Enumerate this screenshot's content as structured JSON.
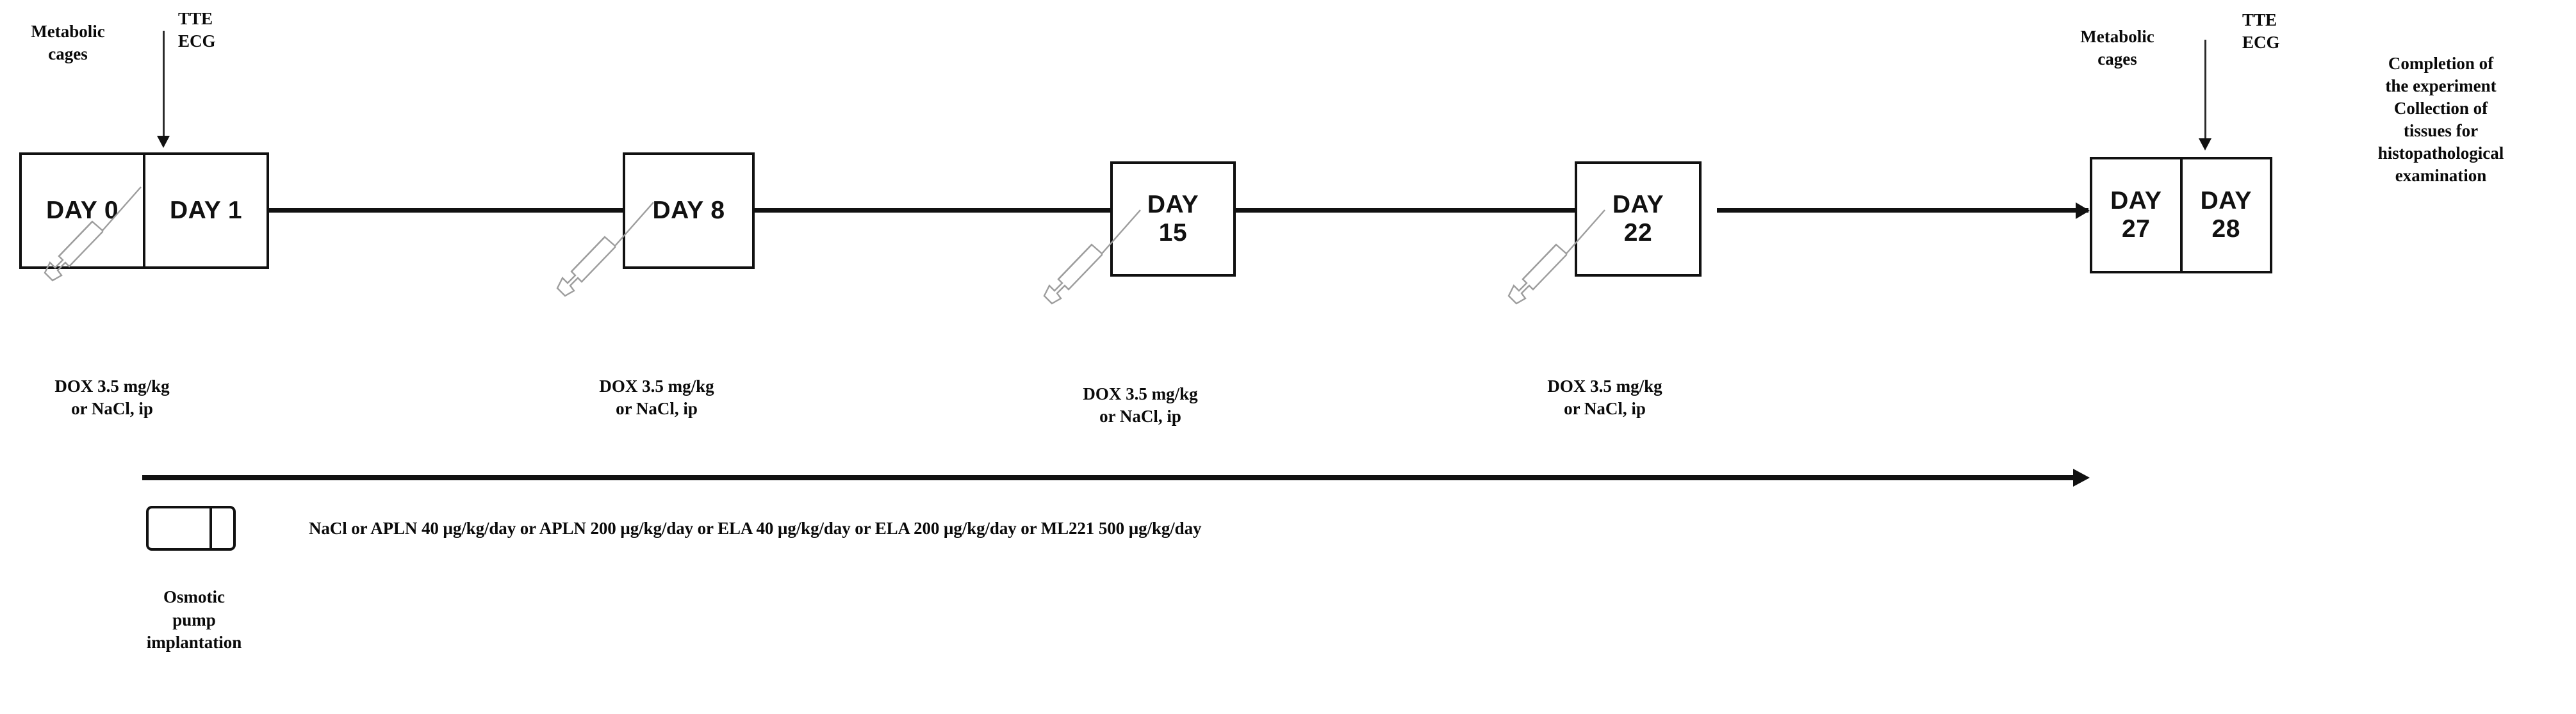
{
  "diagram": {
    "title_semantic": "experimental-timeline",
    "accent_color": "#111111",
    "background_color": "#ffffff"
  },
  "top_annotations": [
    {
      "id": "metabolic-cages-left",
      "text": "Metabolic\ncages"
    },
    {
      "id": "tte-ecg-left",
      "text": "TTE\nECG"
    },
    {
      "id": "metabolic-cages-right",
      "text": "Metabolic\ncages"
    },
    {
      "id": "tte-ecg-right",
      "text": "TTE\nECG"
    }
  ],
  "timeline": {
    "nodes": [
      {
        "id": "day0-day1",
        "cells": [
          "DAY 0",
          "DAY 1"
        ],
        "split": true
      },
      {
        "id": "day8",
        "cells": [
          "DAY 8"
        ],
        "split": false
      },
      {
        "id": "day15",
        "cells": [
          "DAY\n15"
        ],
        "split": false
      },
      {
        "id": "day22",
        "cells": [
          "DAY\n22"
        ],
        "split": false
      },
      {
        "id": "day27-day28",
        "cells": [
          "DAY\n27",
          "DAY\n28"
        ],
        "split": true
      }
    ]
  },
  "injections": [
    {
      "id": "dox-day1",
      "text": "DOX 3.5 mg/kg\nor NaCl, ip"
    },
    {
      "id": "dox-day8",
      "text": "DOX 3.5 mg/kg\nor NaCl, ip"
    },
    {
      "id": "dox-day15",
      "text": "DOX 3.5 mg/kg\nor NaCl, ip"
    },
    {
      "id": "dox-day22",
      "text": "DOX 3.5 mg/kg\nor NaCl, ip"
    }
  ],
  "completion": {
    "text": "Completion of\nthe experiment\nCollection of\ntissues for\nhistopathological\nexamination"
  },
  "infusion": {
    "pump_label": "Osmotic\npump\nimplantation",
    "dose_line": "NaCl or APLN 40 µg/kg/day or APLN 200 µg/kg/day or ELA 40 µg/kg/day or ELA 200 µg/kg/day or ML221 500 µg/kg/day"
  }
}
